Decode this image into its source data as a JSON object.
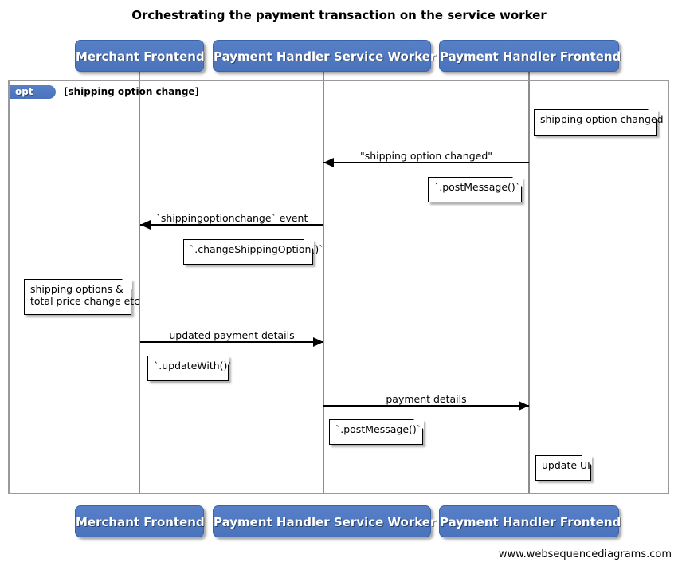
{
  "diagram": {
    "title": "Orchestrating the payment transaction on the service worker",
    "footer": "www.websequencediagrams.com",
    "accent_color": "#4C77C0",
    "frame_color": "#9a9a9a",
    "lifeline_color": "#8c8c8c"
  },
  "participants": [
    {
      "id": "merchant-frontend",
      "label": "Merchant Frontend"
    },
    {
      "id": "payment-handler-service-worker",
      "label": "Payment Handler Service Worker"
    },
    {
      "id": "payment-handler-frontend",
      "label": "Payment Handler Frontend"
    }
  ],
  "fragment": {
    "type": "opt",
    "tag_label": "opt",
    "guard": "[shipping option change]"
  },
  "messages": [
    {
      "id": "shipping-option-changed",
      "label": "\"shipping option changed\"",
      "from": "payment-handler-frontend",
      "to": "payment-handler-service-worker",
      "direction": "left"
    },
    {
      "id": "shippingoptionchange-event",
      "label": "`shippingoptionchange` event",
      "from": "payment-handler-service-worker",
      "to": "merchant-frontend",
      "direction": "left"
    },
    {
      "id": "updated-payment-details",
      "label": "updated payment details",
      "from": "merchant-frontend",
      "to": "payment-handler-service-worker",
      "direction": "right"
    },
    {
      "id": "payment-details",
      "label": "payment details",
      "from": "payment-handler-service-worker",
      "to": "payment-handler-frontend",
      "direction": "right"
    }
  ],
  "notes": [
    {
      "id": "note-shipping-option-changed",
      "text": "shipping option changed",
      "over": "payment-handler-frontend"
    },
    {
      "id": "note-post-message-1",
      "text": "`.postMessage()`",
      "over": "payment-handler-frontend"
    },
    {
      "id": "note-change-shipping-option",
      "text": "`.changeShippingOption()`",
      "over": "payment-handler-service-worker"
    },
    {
      "id": "note-shipping-options-total-price",
      "text": "shipping options &\ntotal price change etc",
      "over": "merchant-frontend"
    },
    {
      "id": "note-update-with",
      "text": "`.updateWith()`",
      "over": "merchant-frontend"
    },
    {
      "id": "note-post-message-2",
      "text": "`.postMessage()`",
      "over": "payment-handler-service-worker"
    },
    {
      "id": "note-update-ui",
      "text": "update UI",
      "over": "payment-handler-frontend"
    }
  ]
}
